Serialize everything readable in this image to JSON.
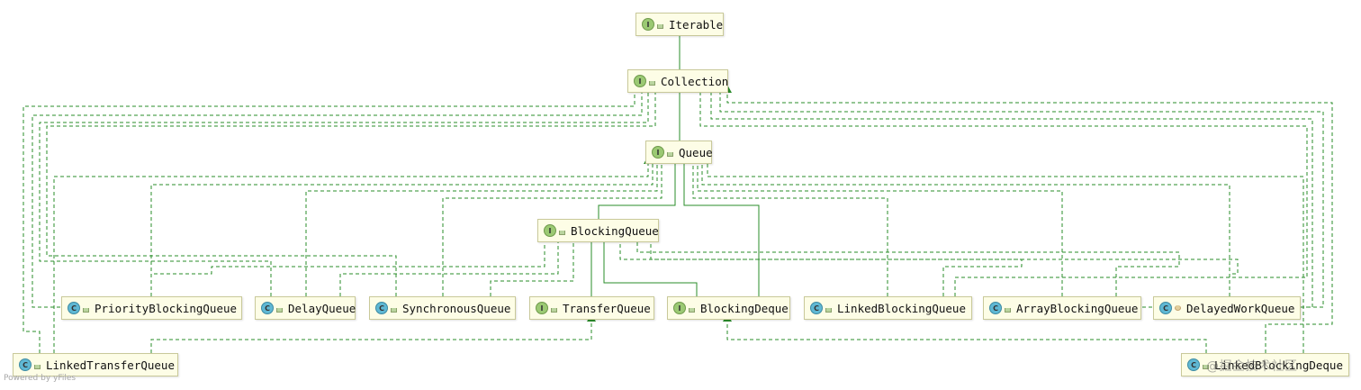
{
  "diagram": {
    "footer": "Powered by yFiles",
    "watermark": "@掘金技术社区",
    "colors": {
      "edge": "#2a8c2a",
      "node_fill": "#fdfde6",
      "node_border": "#c9c99a",
      "interface_badge": "#9bc973",
      "class_badge": "#5fb8d4"
    },
    "nodes": [
      {
        "id": "Iterable",
        "label": "Iterable",
        "kind": "interface"
      },
      {
        "id": "Collection",
        "label": "Collection",
        "kind": "interface"
      },
      {
        "id": "Queue",
        "label": "Queue",
        "kind": "interface"
      },
      {
        "id": "BlockingQueue",
        "label": "BlockingQueue",
        "kind": "interface"
      },
      {
        "id": "PriorityBlockingQueue",
        "label": "PriorityBlockingQueue",
        "kind": "class"
      },
      {
        "id": "DelayQueue",
        "label": "DelayQueue",
        "kind": "class"
      },
      {
        "id": "SynchronousQueue",
        "label": "SynchronousQueue",
        "kind": "class"
      },
      {
        "id": "TransferQueue",
        "label": "TransferQueue",
        "kind": "interface"
      },
      {
        "id": "BlockingDeque",
        "label": "BlockingDeque",
        "kind": "interface"
      },
      {
        "id": "LinkedBlockingQueue",
        "label": "LinkedBlockingQueue",
        "kind": "class"
      },
      {
        "id": "ArrayBlockingQueue",
        "label": "ArrayBlockingQueue",
        "kind": "class"
      },
      {
        "id": "DelayedWorkQueue",
        "label": "DelayedWorkQueue",
        "kind": "class"
      },
      {
        "id": "LinkedTransferQueue",
        "label": "LinkedTransferQueue",
        "kind": "class"
      },
      {
        "id": "LinkedBlockingDeque",
        "label": "LinkedBlockingDeque",
        "kind": "class"
      }
    ],
    "edges": [
      {
        "from": "Collection",
        "to": "Iterable",
        "style": "extends"
      },
      {
        "from": "Queue",
        "to": "Collection",
        "style": "extends"
      },
      {
        "from": "BlockingQueue",
        "to": "Queue",
        "style": "extends"
      },
      {
        "from": "TransferQueue",
        "to": "BlockingQueue",
        "style": "extends"
      },
      {
        "from": "BlockingDeque",
        "to": "BlockingQueue",
        "style": "extends"
      },
      {
        "from": "BlockingDeque",
        "to": "Queue",
        "style": "extends"
      },
      {
        "from": "PriorityBlockingQueue",
        "to": "BlockingQueue",
        "style": "implements"
      },
      {
        "from": "DelayQueue",
        "to": "BlockingQueue",
        "style": "implements"
      },
      {
        "from": "SynchronousQueue",
        "to": "BlockingQueue",
        "style": "implements"
      },
      {
        "from": "LinkedBlockingQueue",
        "to": "BlockingQueue",
        "style": "implements"
      },
      {
        "from": "ArrayBlockingQueue",
        "to": "BlockingQueue",
        "style": "implements"
      },
      {
        "from": "DelayedWorkQueue",
        "to": "BlockingQueue",
        "style": "implements"
      },
      {
        "from": "PriorityBlockingQueue",
        "to": "Queue",
        "style": "implements"
      },
      {
        "from": "DelayQueue",
        "to": "Queue",
        "style": "implements"
      },
      {
        "from": "SynchronousQueue",
        "to": "Queue",
        "style": "implements"
      },
      {
        "from": "LinkedBlockingQueue",
        "to": "Queue",
        "style": "implements"
      },
      {
        "from": "ArrayBlockingQueue",
        "to": "Queue",
        "style": "implements"
      },
      {
        "from": "DelayedWorkQueue",
        "to": "Queue",
        "style": "implements"
      },
      {
        "from": "LinkedTransferQueue",
        "to": "Queue",
        "style": "implements"
      },
      {
        "from": "LinkedBlockingDeque",
        "to": "Queue",
        "style": "implements"
      },
      {
        "from": "PriorityBlockingQueue",
        "to": "Collection",
        "style": "implements"
      },
      {
        "from": "DelayQueue",
        "to": "Collection",
        "style": "implements"
      },
      {
        "from": "SynchronousQueue",
        "to": "Collection",
        "style": "implements"
      },
      {
        "from": "LinkedBlockingQueue",
        "to": "Collection",
        "style": "implements"
      },
      {
        "from": "ArrayBlockingQueue",
        "to": "Collection",
        "style": "implements"
      },
      {
        "from": "DelayedWorkQueue",
        "to": "Collection",
        "style": "implements"
      },
      {
        "from": "LinkedTransferQueue",
        "to": "Collection",
        "style": "implements"
      },
      {
        "from": "LinkedBlockingDeque",
        "to": "Collection",
        "style": "implements"
      },
      {
        "from": "LinkedTransferQueue",
        "to": "TransferQueue",
        "style": "implements"
      },
      {
        "from": "LinkedBlockingDeque",
        "to": "BlockingDeque",
        "style": "implements"
      }
    ]
  }
}
